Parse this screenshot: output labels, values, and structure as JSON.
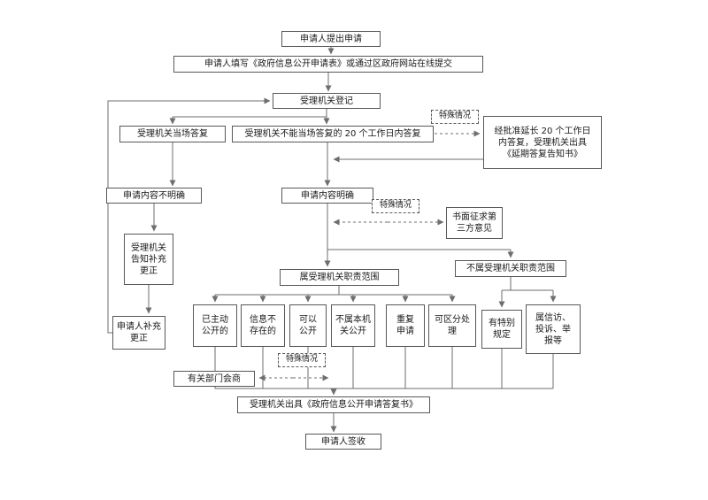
{
  "diagram": {
    "kind": "flowchart",
    "colors": {
      "box_border": "#585858",
      "connector": "#6e6e6e",
      "text": "#1a1a1a",
      "background": "#ffffff"
    },
    "nodes": [
      {
        "id": "submit",
        "label": "申请人提出申请"
      },
      {
        "id": "fill_form",
        "label": "申请人填写《政府信息公开申请表》或通过区政府网站在线提交"
      },
      {
        "id": "register",
        "label": "受理机关登记"
      },
      {
        "id": "onsite_reply",
        "label": "受理机关当场答复"
      },
      {
        "id": "reply_20_days",
        "label": "受理机关不能当场答复的 20 个工作日内答复"
      },
      {
        "id": "special_case_1",
        "label": "特殊情况"
      },
      {
        "id": "extended_reply",
        "label": "经批准延长 20 个工作日\n内答复，受理机关出具\n《延期答复告知书》"
      },
      {
        "id": "content_unclear",
        "label": "申请内容不明确"
      },
      {
        "id": "content_clear",
        "label": "申请内容明确"
      },
      {
        "id": "special_case_2",
        "label": "特殊情况"
      },
      {
        "id": "third_party_opinion",
        "label": "书面征求第\n三方意见"
      },
      {
        "id": "notify_supplement",
        "label": "受理机关\n告知补充\n更正"
      },
      {
        "id": "within_scope",
        "label": "属受理机关职责范围"
      },
      {
        "id": "outside_scope",
        "label": "不属受理机关职责范围"
      },
      {
        "id": "applicant_supplement",
        "label": "申请人补充\n更正"
      },
      {
        "id": "already_disclosed",
        "label": "已主动\n公开的"
      },
      {
        "id": "info_not_exist",
        "label": "信息不\n存在的"
      },
      {
        "id": "can_disclose",
        "label": "可以\n公开"
      },
      {
        "id": "not_this_agency",
        "label": "不属本机\n关公开"
      },
      {
        "id": "repeat_application",
        "label": "重复\n申请"
      },
      {
        "id": "separable_processing",
        "label": "可区分处\n理"
      },
      {
        "id": "special_provisions",
        "label": "有特别\n规定"
      },
      {
        "id": "petition_complaint",
        "label": "属信访、\n投诉、举\n报等"
      },
      {
        "id": "special_case_3",
        "label": "特殊情况"
      },
      {
        "id": "dept_consultation",
        "label": "有关部门会商"
      },
      {
        "id": "issue_reply_doc",
        "label": "受理机关出具《政府信息公开申请答复书》"
      },
      {
        "id": "applicant_sign",
        "label": "申请人签收"
      }
    ]
  }
}
